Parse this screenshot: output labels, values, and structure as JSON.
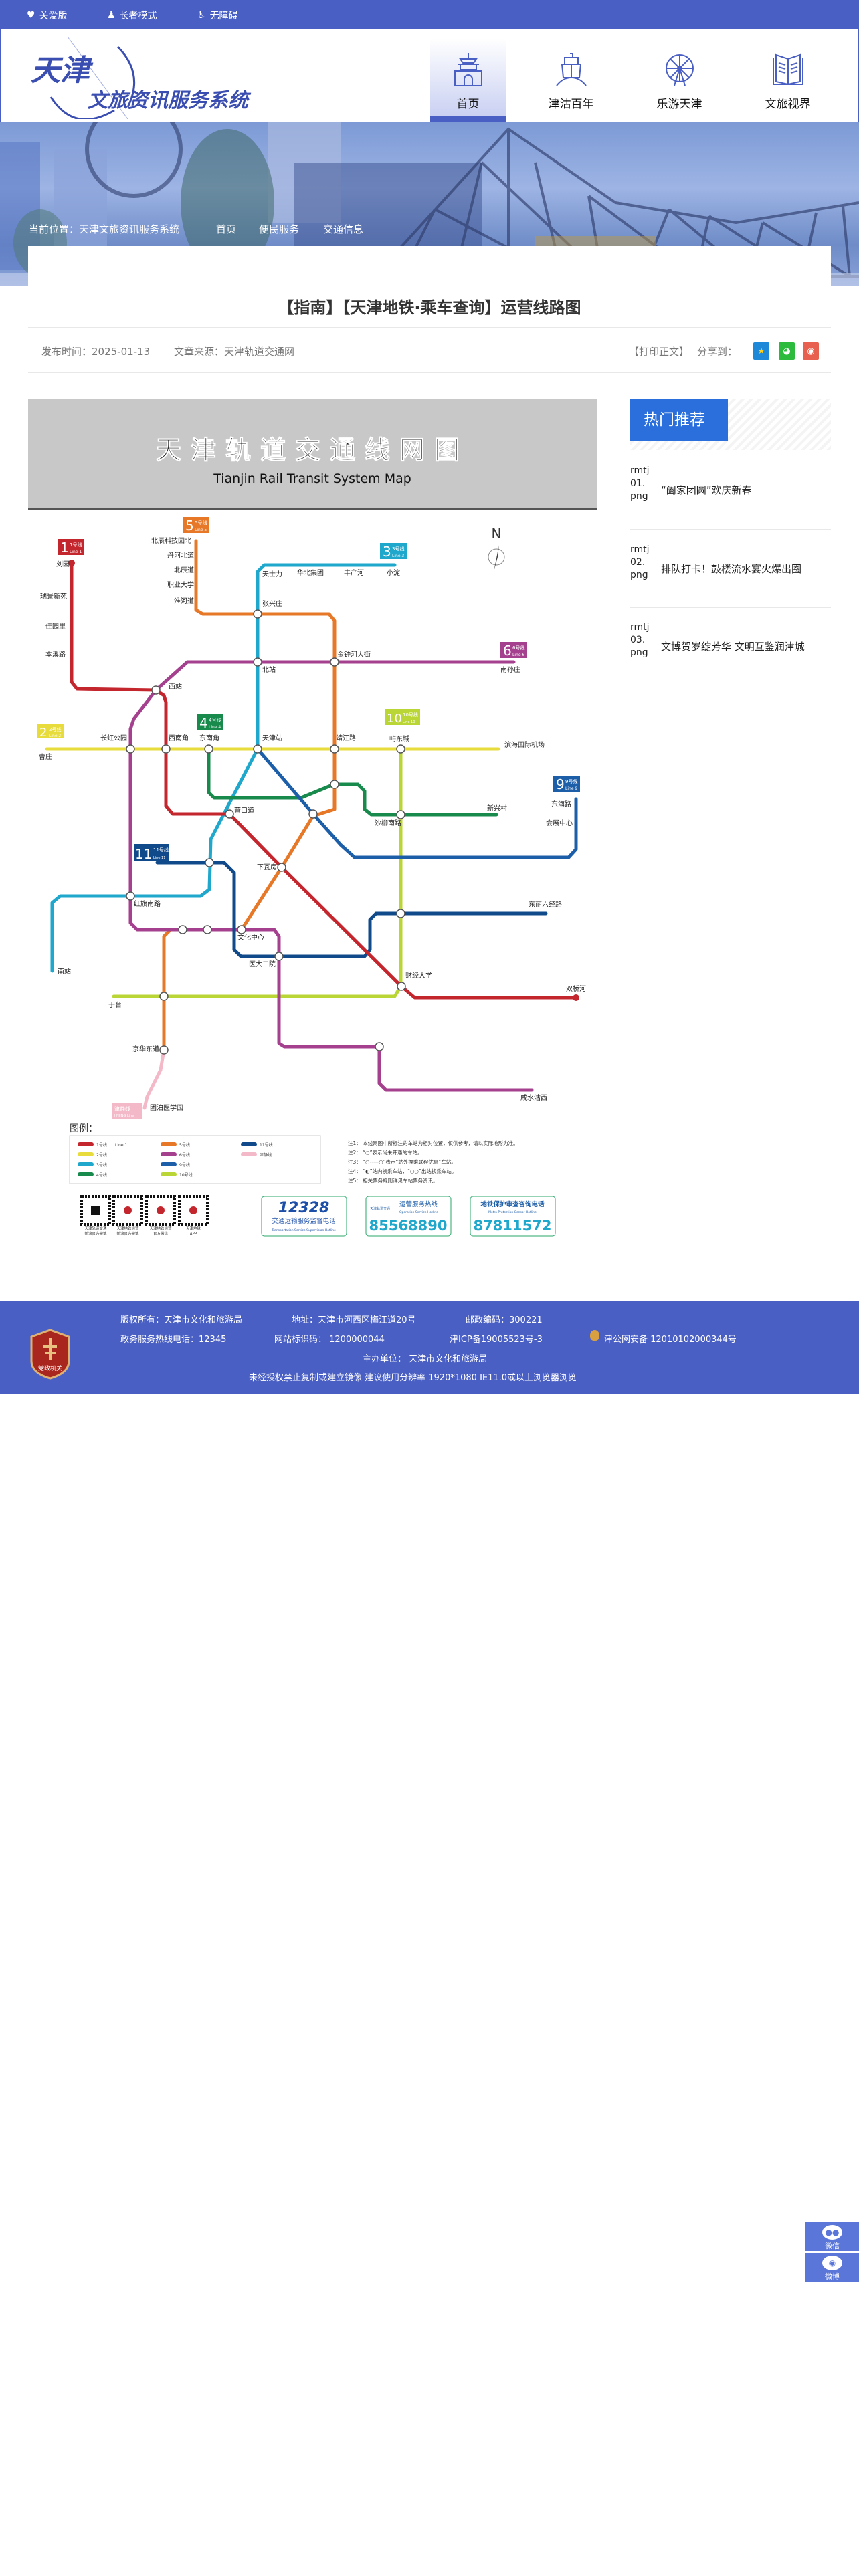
{
  "topbar": {
    "items": [
      {
        "label": "关爱版",
        "icon": "heart-icon"
      },
      {
        "label": "长者模式",
        "icon": "elder-icon"
      },
      {
        "label": "无障碍",
        "icon": "wheelchair-icon"
      }
    ]
  },
  "logo": {
    "line1": "天津",
    "line2": "文旅资讯服务系统"
  },
  "nav": [
    {
      "label": "首页",
      "icon": "tower-gate-icon",
      "active": true
    },
    {
      "label": "津沽百年",
      "icon": "ship-icon"
    },
    {
      "label": "乐游天津",
      "icon": "ferris-wheel-icon"
    },
    {
      "label": "文旅视界",
      "icon": "book-icon"
    }
  ],
  "breadcrumb": {
    "prefix": "当前位置：天津文旅资讯服务系统",
    "items": [
      "首页",
      "便民服务",
      "交通信息"
    ]
  },
  "article": {
    "title": "【指南】【天津地铁·乘车查询】运营线路图",
    "publish": "发布时间：2025-01-13",
    "source": "文章来源：天津轨道交通网",
    "print": "【打印正文】",
    "share_label": "分享到：",
    "share": [
      {
        "name": "qzone",
        "color": "#1e88d8"
      },
      {
        "name": "wechat",
        "color": "#2dbb3e"
      },
      {
        "name": "weibo",
        "color": "#e8604f"
      }
    ]
  },
  "map": {
    "title": "天津轨道交通线网图",
    "subtitle": "Tianjin Rail Transit System Map",
    "north": "N",
    "lines": [
      {
        "num": "1",
        "name": "1号线",
        "en": "Line 1",
        "color": "#c4262e"
      },
      {
        "num": "2",
        "name": "2号线",
        "en": "Line 2",
        "color": "#e7dc3c"
      },
      {
        "num": "3",
        "name": "3号线",
        "en": "Line 3",
        "color": "#1fa8cc"
      },
      {
        "num": "4",
        "name": "4号线",
        "en": "Line 4",
        "color": "#178a4c"
      },
      {
        "num": "5",
        "name": "5号线",
        "en": "Line 5",
        "color": "#e67828"
      },
      {
        "num": "6",
        "name": "6号线",
        "en": "Line 6",
        "color": "#a4408e"
      },
      {
        "num": "9",
        "name": "9号线",
        "en": "Line 9",
        "color": "#1d5ea8"
      },
      {
        "num": "10",
        "name": "10号线",
        "en": "Line 10",
        "color": "#b9d636"
      },
      {
        "num": "11",
        "name": "11号线",
        "en": "Line 11",
        "color": "#114a8a"
      },
      {
        "num": "津静",
        "name": "津静线",
        "en": "JINJING Line",
        "color": "#f3b9c8"
      }
    ],
    "stations": [
      "刘园",
      "瑞景新苑",
      "佳园里",
      "本溪路",
      "西站",
      "北辰科技园北",
      "丹河北道",
      "北辰道",
      "职业大学",
      "淮河道",
      "张兴庄",
      "小淀",
      "丰产河",
      "华北集团",
      "天士力",
      "北站",
      "金钟河大街",
      "南孙庄",
      "曹庄",
      "长虹公园",
      "西南角",
      "东南角",
      "天津站",
      "靖江路",
      "屿东城",
      "滨海国际机场",
      "营口道",
      "下瓦房",
      "财经大学",
      "双桥河",
      "东海路",
      "会展中心",
      "红旗南路",
      "南站",
      "文化中心",
      "医大二院",
      "东丽六经路",
      "于台",
      "京华东道",
      "咸水沽西",
      "团泊医学园",
      "新兴村",
      "沙柳南路"
    ],
    "legend_title": "图例：",
    "notes": [
      "注1： 本线网图中所标注的车站为相对位置，仅供参考，请以实际地形为准。",
      "注2： “○”表示尚未开通的车站。",
      "注3： “○-----○”表示“站外换乘联程优惠”车站。",
      "注4： “◐”站内换乘车站，“○○”出站换乘车站。",
      "注5： 相关票务规则详见车站票务资讯。"
    ],
    "qr": [
      "天津轨道交通\n新浪官方微博",
      "天津地铁运营\n新浪官方微博",
      "天津地铁运营\n官方微信",
      "天津地铁\nAPP"
    ],
    "hotlines": [
      {
        "number": "12328",
        "title": "交通运输服务监督电话",
        "en": "Transportation Service Supervision Hotline"
      },
      {
        "number": "85568890",
        "title": "运营服务热线",
        "en": "Operation Service Hotline",
        "org": "天津轨道交通"
      },
      {
        "number": "87811572",
        "title": "地铁保护审查咨询电话",
        "en": "Metro Protection Censor Hotline"
      }
    ]
  },
  "sidebar": {
    "title": "热门推荐",
    "items": [
      {
        "img_alt": "rmtj01.png",
        "title": "“阖家团圆”欢庆新春"
      },
      {
        "img_alt": "rmtj02.png",
        "title": "排队打卡！鼓楼流水宴火爆出圈"
      },
      {
        "img_alt": "rmtj03.png",
        "title": "文博贺岁绽芳华 文明互鉴润津城"
      }
    ]
  },
  "footer": {
    "badge": "党政机关",
    "copyright": "版权所有：天津市文化和旅游局",
    "address": "地址：天津市河西区梅江道20号",
    "postcode": "邮政编码：300221",
    "hotline": "政务服务热线电话：12345",
    "site_id": "网站标识码： 1200000044",
    "icp": "津ICP备19005523号-3",
    "police": "津公网安备 12010102000344号",
    "sponsor": "主办单位： 天津市文化和旅游局",
    "notice": "未经授权禁止复制或建立镜像    建议使用分辨率 1920*1080 IE11.0或以上浏览器浏览"
  },
  "float": [
    {
      "label": "微信",
      "icon": "wechat-icon"
    },
    {
      "label": "微博",
      "icon": "weibo-icon"
    }
  ]
}
